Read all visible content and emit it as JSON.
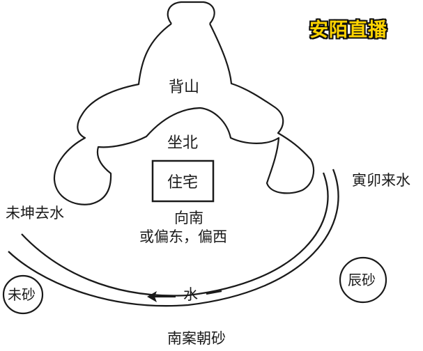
{
  "brand": "安陌直播",
  "labels": {
    "back_mountain": "背山",
    "sit_north": "坐北",
    "residence": "住宅",
    "face_south": "向南",
    "east_west": "或偏东，偏西",
    "yin_mao_water": "寅卯来水",
    "wei_kun_water": "未坤去水",
    "wei_sha": "未砂",
    "chen_sha": "辰砂",
    "water": "水",
    "south_sha": "南案朝砂"
  },
  "colors": {
    "line": "#1a1a1a",
    "brand_fill": "#ffd400",
    "brand_outline": "#111111"
  }
}
